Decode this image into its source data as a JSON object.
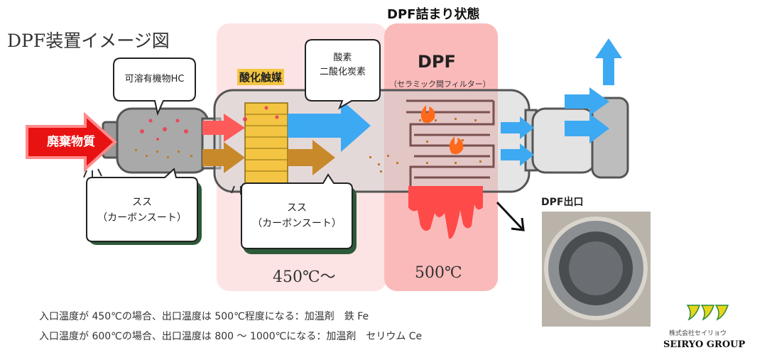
{
  "title": "DPF装置イメージ図",
  "dpf_state": "DPF詰まり状態",
  "waste_label": "廃棄物質",
  "bubbles": {
    "hc": "可溶有機物HC",
    "o2": [
      "酸素",
      "二酸化炭素"
    ],
    "soot_left": [
      "スス",
      "（カーボンスート）"
    ],
    "soot_right": [
      "スス",
      "（カーボンスート）"
    ]
  },
  "catalyst_label": "酸化触媒",
  "dpf_label": "DPF",
  "dpf_subtitle": "（セラミック間フィルター）",
  "temp_catalyst": "450℃〜",
  "temp_dpf": "500℃",
  "outlet_label": "DPF出口",
  "notes": [
    "入口温度が 450℃の場合、出口温度は 500℃程度になる：加温剤　鉄 Fe",
    "入口温度が 600℃の場合、出口温度は 800 〜 1000℃になる：加温剤　セリウム Ce"
  ],
  "company": {
    "jp": "株式会社セイリョウ",
    "en": "SEIRYO GROUP"
  },
  "colors": {
    "zone_catalyst": "#fde4e4",
    "zone_dpf": "#fbbaba",
    "arrow_blue": "#3da9f2",
    "arrow_red": "#ff5a5a",
    "arrow_brown": "#c8892a",
    "catalyst": "#f4c542",
    "waste": "#e81212"
  }
}
